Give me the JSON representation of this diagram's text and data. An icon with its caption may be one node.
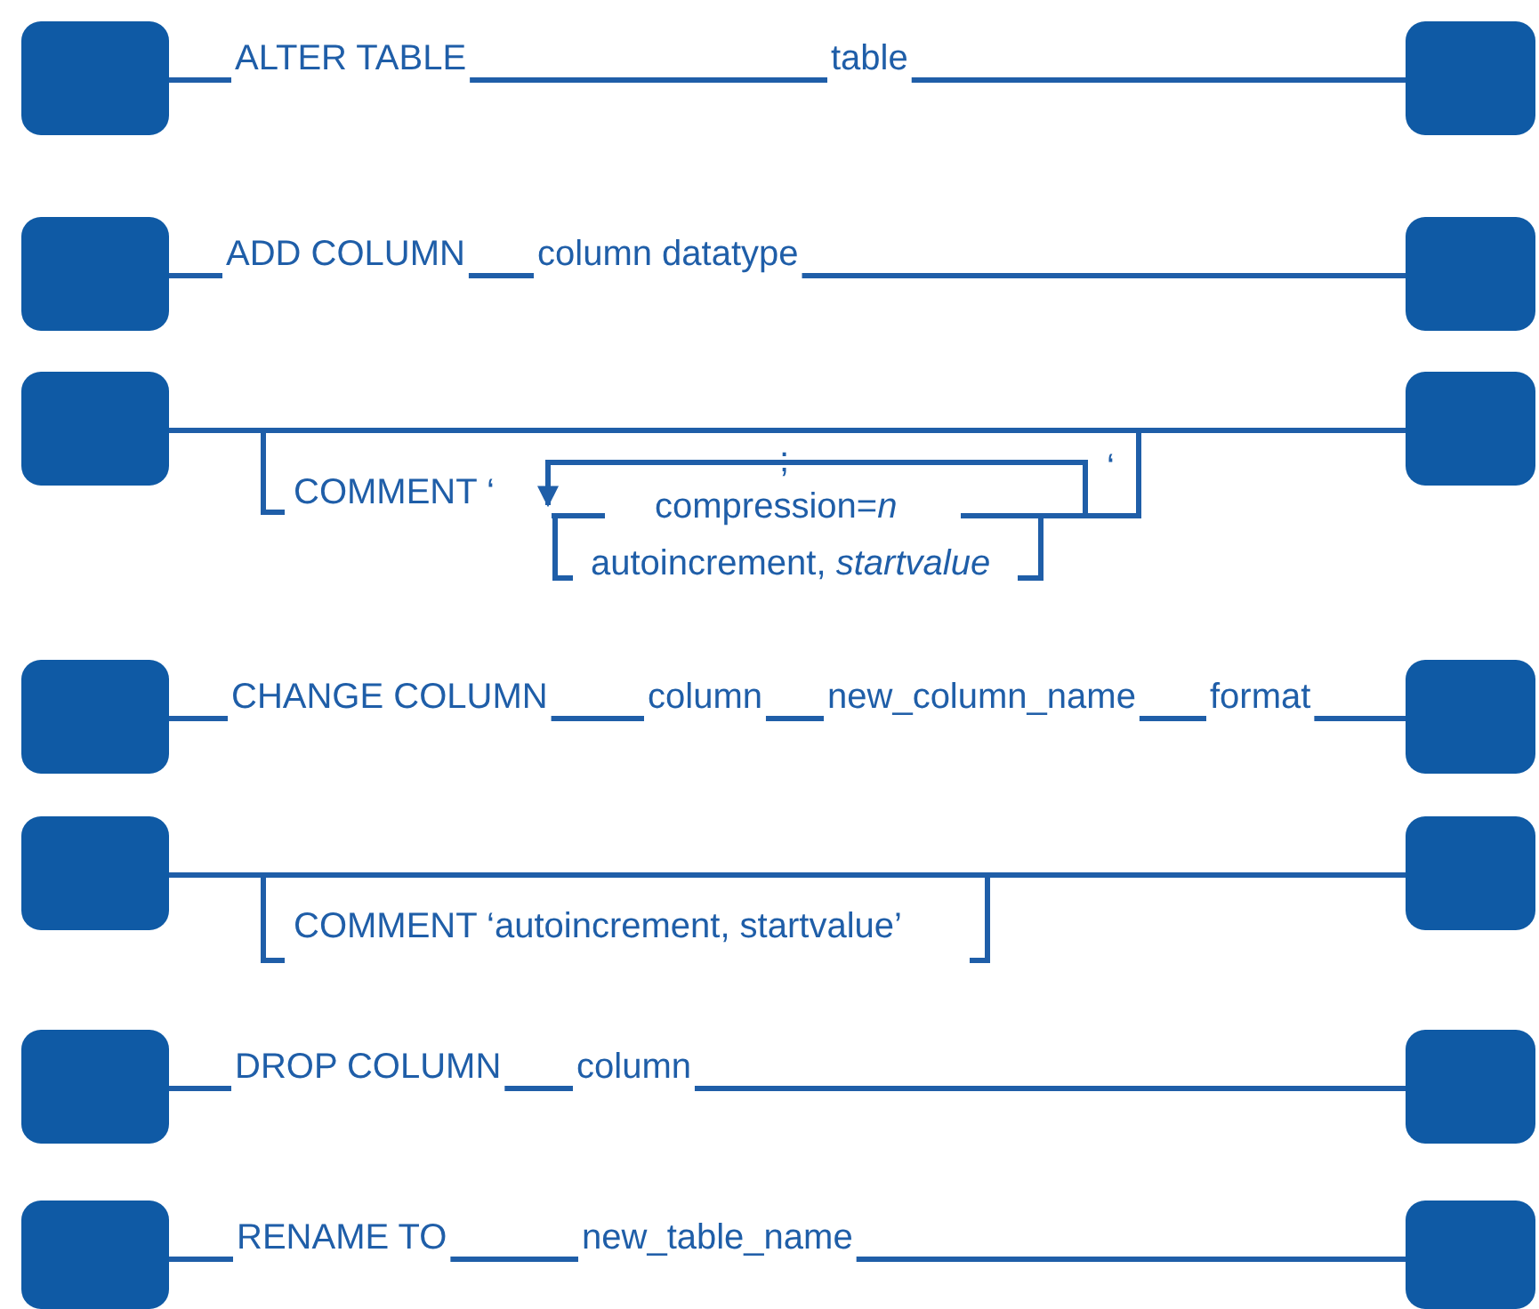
{
  "diagram": {
    "nodes": [
      {
        "text": [],
        "shape": "box"
      },
      {
        "text": [
          "ALTER TABLE"
        ]
      },
      {
        "text": [
          "table"
        ]
      },
      {
        "text": [],
        "shape": "box"
      },
      {
        "text": [],
        "shape": "box"
      },
      {
        "text": [
          "ADD COLUMN"
        ]
      },
      {
        "text": [
          "column  datatype"
        ]
      },
      {
        "text": [],
        "shape": "box"
      },
      {
        "text": [],
        "shape": "box"
      },
      {
        "text": [],
        "shape": "box"
      },
      {
        "text": [],
        "shape": "box"
      },
      {
        "text": [
          "CHANGE COLUMN"
        ]
      },
      {
        "text": [
          "column"
        ]
      },
      {
        "text": [
          "new_column_name"
        ]
      },
      {
        "text": [
          "format"
        ]
      },
      {
        "text": [],
        "shape": "box"
      },
      {
        "text": [],
        "shape": "box"
      },
      {
        "text": [],
        "shape": "box"
      },
      {
        "text": [],
        "shape": "box"
      },
      {
        "text": [
          "DROP COLUMN"
        ]
      },
      {
        "text": [
          "column"
        ]
      },
      {
        "text": [],
        "shape": "box"
      },
      {
        "text": [],
        "shape": "box"
      },
      {
        "text": [
          "RENAME TO"
        ]
      },
      {
        "text": [
          "new_table_name"
        ]
      },
      {
        "text": [],
        "shape": "box"
      }
    ],
    "edges": [
      {
        "from": 0,
        "to": 1,
        "arrow": "none"
      },
      {
        "from": 1,
        "to": 2,
        "arrow": "none"
      },
      {
        "from": 2,
        "to": 3,
        "arrow": "none"
      },
      {
        "from": 4,
        "to": 5,
        "arrow": "none"
      },
      {
        "from": 5,
        "to": 6,
        "arrow": "none"
      },
      {
        "from": 6,
        "to": 7,
        "arrow": "none"
      },
      {
        "from": 8,
        "to": 9,
        "arrow": "none"
      },
      {
        "from": 10,
        "to": 11,
        "arrow": "none"
      },
      {
        "from": 11,
        "to": 12,
        "arrow": "none"
      },
      {
        "from": 12,
        "to": 13,
        "arrow": "none"
      },
      {
        "from": 13,
        "to": 14,
        "arrow": "none"
      },
      {
        "from": 14,
        "to": 15,
        "arrow": "none"
      },
      {
        "from": 16,
        "to": 17,
        "arrow": "none"
      },
      {
        "from": 18,
        "to": 19,
        "arrow": "none"
      },
      {
        "from": 19,
        "to": 20,
        "arrow": "none"
      },
      {
        "from": 20,
        "to": 21,
        "arrow": "none"
      },
      {
        "from": 22,
        "to": 23,
        "arrow": "none"
      },
      {
        "from": 23,
        "to": 24,
        "arrow": "none"
      },
      {
        "from": 24,
        "to": 25,
        "arrow": "none"
      }
    ],
    "labels": [
      "COMMENT ‘",
      ";",
      "compression=*n*",
      "‘",
      "autoincrement, *startvalue*",
      "COMMENT ‘autoincrement, startvalue’"
    ]
  }
}
